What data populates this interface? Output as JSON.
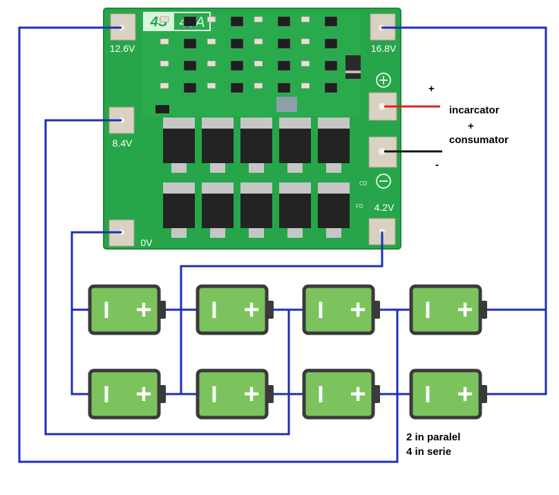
{
  "board": {
    "model_label_cells": "4S",
    "model_label_current": "40A",
    "tap_12v6": "12.6V",
    "tap_16v8": "16.8V",
    "tap_8v4": "8.4V",
    "tap_0v": "0V",
    "tap_4v2": "4.2V",
    "cd_label": "CD",
    "fd_label": "FD"
  },
  "output": {
    "plus_sign": "+",
    "minus_sign": "-",
    "line1": "incarcator",
    "line2": "+",
    "line3": "consumator"
  },
  "battery": {
    "minus_symbol": "I",
    "plus_symbol": "+",
    "rows": 2,
    "columns": 4
  },
  "footer": {
    "line1": "2 in paralel",
    "line2": "4 in serie"
  },
  "colors": {
    "wire": "#1c2fb5",
    "pcb": "#26a349",
    "battery_fill": "#7cc35d",
    "battery_border": "#3a3a3a",
    "plus_lead": "#e02020",
    "minus_lead": "#111111"
  }
}
